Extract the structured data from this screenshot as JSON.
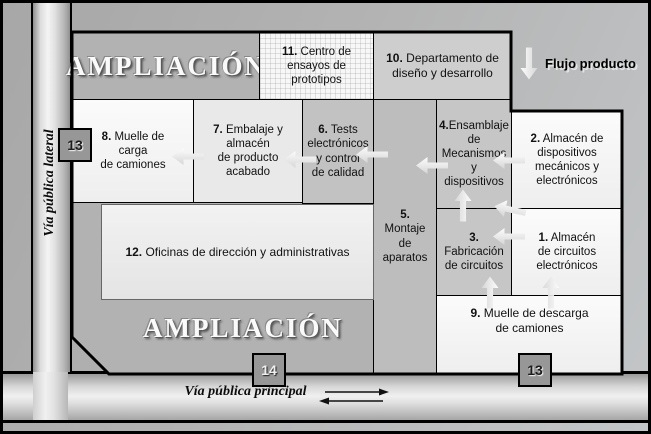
{
  "title": "Plano de planta de fábrica",
  "expansion": {
    "top": "AMPLIACIÓN",
    "bottom": "AMPLIACIÓN"
  },
  "legend": {
    "flow_label": "Flujo producto",
    "flow_icon": "down-arrow-icon"
  },
  "roads": {
    "lateral_label": "Vía pública lateral",
    "principal_label": "Vía pública principal"
  },
  "markers": {
    "gate_left": "13",
    "gate_main": "14",
    "gate_right": "13"
  },
  "rooms": {
    "r1": {
      "num": "1.",
      "label": " Almacén\nde circuitos\nelectrónicos"
    },
    "r2": {
      "num": "2.",
      "label": " Almacén de\ndispositivos\nmecánicos y\nelectrónicos"
    },
    "r3": {
      "num": "3.",
      "label": "\nFabricación\nde circuitos"
    },
    "r4": {
      "num": "4.",
      "label": "Ensamblaje\nde\nMecanismos\ny\ndispositivos"
    },
    "r5": {
      "num": "5.",
      "label": "\nMontaje\nde\naparatos"
    },
    "r6": {
      "num": "6.",
      "label": " Tests\nelectrónicos\ny control\nde calidad"
    },
    "r7": {
      "num": "7.",
      "label": " Embalaje y\nalmacén\nde producto\nacabado"
    },
    "r8": {
      "num": "8.",
      "label": " Muelle de\ncarga\nde camiones"
    },
    "r9": {
      "num": "9.",
      "label": " Muelle de descarga\nde camiones"
    },
    "r10": {
      "num": "10.",
      "label": " Departamento de\ndiseño y desarrollo"
    },
    "r11": {
      "num": "11.",
      "label": " Centro de\nensayos de\nprototipos"
    },
    "r12": {
      "num": "12.",
      "label": " Oficinas de dirección y administrativas"
    }
  },
  "colors": {
    "plot_fill": "#b2b2b2",
    "room_light": "#f7f7f7",
    "room_gray": "#c6c6c6",
    "boundary": "#000000",
    "marker_fill": "#979797",
    "outside": "#b3b3b3"
  }
}
